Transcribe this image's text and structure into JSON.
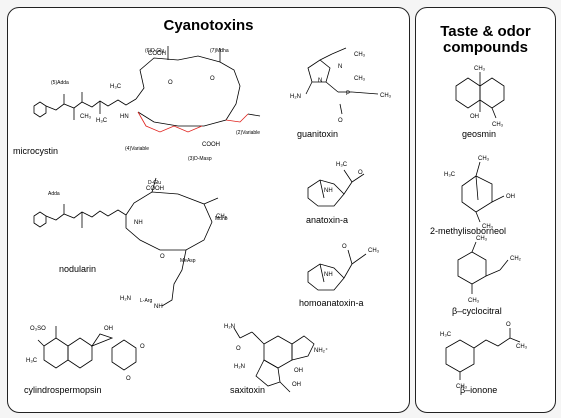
{
  "left_panel": {
    "title": "Cyanotoxins",
    "compounds": {
      "microcystin": "microcystin",
      "nodularin": "nodularin",
      "guanitoxin": "guanitoxin",
      "anatoxin_a": "anatoxin-a",
      "homoanatoxin_a": "homoanatoxin-a",
      "cylindrospermopsin": "cylindrospermopsin",
      "saxitoxin": "saxitoxin"
    },
    "microcystin_labels": {
      "adda": "(5)Adda",
      "dglu": "(6)D-Glu",
      "mdha": "(7)Mdha",
      "variable4": "(4)Variable",
      "variable2": "(2)Variable",
      "dmasp": "(3)D-Masp"
    },
    "nodularin_labels": {
      "adda": "Adda",
      "dglu": "D-Glu",
      "mdhb": "Mdhb",
      "measp": "MeAsp",
      "larg": "L-Arg"
    }
  },
  "right_panel": {
    "title_line1": "Taste & odor",
    "title_line2": "compounds",
    "compounds": {
      "geosmin": "geosmin",
      "mib": "2-methylisoborneol",
      "cyclocitral": "β–cyclocitral",
      "ionone": "β–ionone"
    }
  }
}
